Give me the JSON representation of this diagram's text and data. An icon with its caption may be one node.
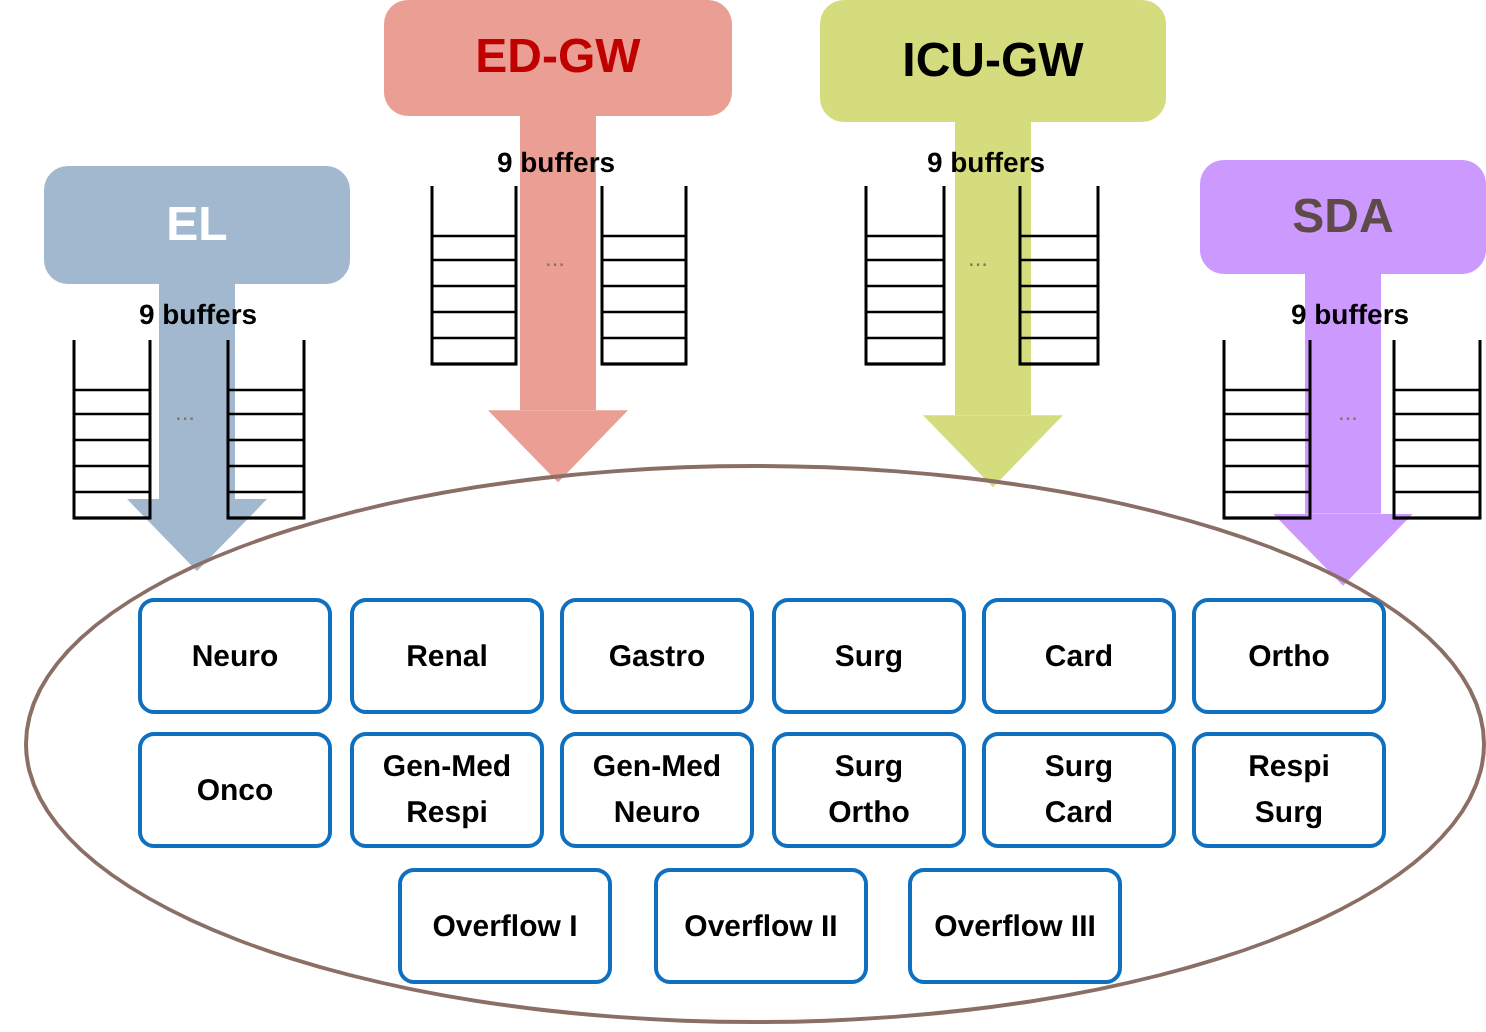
{
  "diagram": {
    "nodes": [
      {
        "text": [
          "EL"
        ],
        "beside": [
          "9 buffers"
        ]
      },
      {
        "text": [
          "ED-GW"
        ],
        "beside": [
          "9 buffers"
        ]
      },
      {
        "text": [
          "ICU-GW"
        ],
        "beside": [
          "9 buffers"
        ]
      },
      {
        "text": [
          "SDA"
        ],
        "beside": [
          "9 buffers"
        ]
      },
      {
        "text": [],
        "shape": "ellipse"
      },
      {
        "text": [
          "Neuro"
        ],
        "in": 4
      },
      {
        "text": [
          "Renal"
        ],
        "in": 4
      },
      {
        "text": [
          "Gastro"
        ],
        "in": 4
      },
      {
        "text": [
          "Surg"
        ],
        "in": 4
      },
      {
        "text": [
          "Card"
        ],
        "in": 4
      },
      {
        "text": [
          "Ortho"
        ],
        "in": 4
      },
      {
        "text": [
          "Onco"
        ],
        "in": 4
      },
      {
        "text": [
          "Gen-Med Respi"
        ],
        "in": 4
      },
      {
        "text": [
          "Gen-Med Neuro"
        ],
        "in": 4
      },
      {
        "text": [
          "Surg Ortho"
        ],
        "in": 4
      },
      {
        "text": [
          "Surg Card"
        ],
        "in": 4
      },
      {
        "text": [
          "Respi Surg"
        ],
        "in": 4
      },
      {
        "text": [
          "Overflow I"
        ],
        "in": 4
      },
      {
        "text": [
          "Overflow II"
        ],
        "in": 4
      },
      {
        "text": [
          "Overflow III"
        ],
        "in": 4
      }
    ],
    "edges": [
      {
        "from": 0,
        "to": 4,
        "arrow": "to",
        "color": "#a2b8cf"
      },
      {
        "from": 1,
        "to": 4,
        "arrow": "to",
        "color": "#eb9e93"
      },
      {
        "from": 2,
        "to": 4,
        "arrow": "to",
        "color": "#d5dc7d"
      },
      {
        "from": 3,
        "to": 4,
        "arrow": "to",
        "color": "#cc99ff"
      }
    ],
    "labels": [
      "...",
      "...",
      "...",
      "..."
    ]
  }
}
